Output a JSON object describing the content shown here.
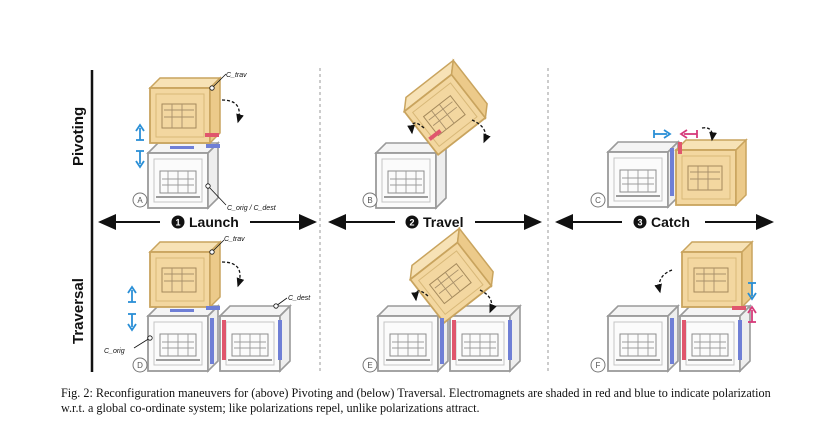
{
  "rows": [
    "Pivoting",
    "Traversal"
  ],
  "phases": [
    {
      "number": "1",
      "label": "Launch"
    },
    {
      "number": "2",
      "label": "Travel"
    },
    {
      "number": "3",
      "label": "Catch"
    }
  ],
  "panels": [
    "A",
    "B",
    "C",
    "D",
    "E",
    "F"
  ],
  "annotations": {
    "c_trav": "C_trav",
    "c_orig_dest": "C_orig / C_dest",
    "c_dest": "C_dest",
    "c_orig": "C_orig"
  },
  "caption": "Fig. 2: Reconfiguration maneuvers for (above) Pivoting and (below) Traversal. Electromagnets are shaded in red and blue to indicate polarization w.r.t. a global co-ordinate system; like polarizations repel, unlike polarizations attract.",
  "colors": {
    "module_fill": "#f3d7a0",
    "module_stroke": "#c9a45e",
    "frame_stroke": "#9a9a9a",
    "magnet_red": "#e0566d",
    "magnet_blue": "#6f7fd6",
    "arrow_blue": "#2a8fd6",
    "arrow_pink": "#d63a7a"
  }
}
